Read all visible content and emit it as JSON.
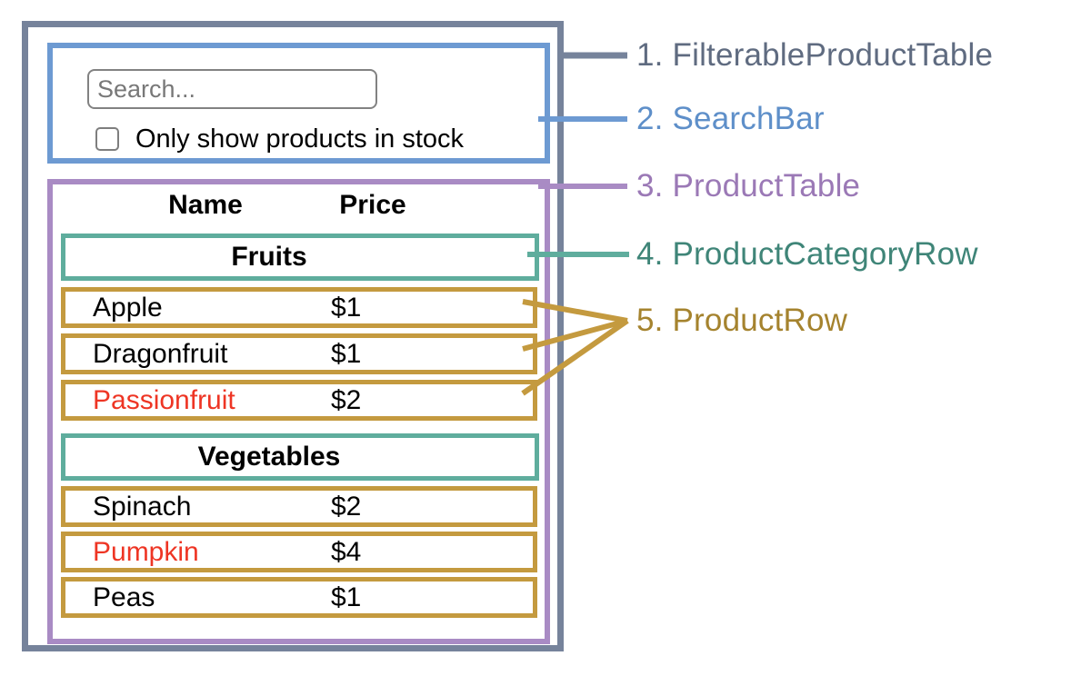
{
  "colors": {
    "filterable_product_table": "#76839b",
    "search_bar": "#6d9ad2",
    "product_table": "#a98bc4",
    "product_category_row": "#5fad9d",
    "product_row": "#c49a3f",
    "out_of_stock_text": "#ee3524"
  },
  "search_bar": {
    "placeholder": "Search...",
    "checkbox_label": "Only show products in stock",
    "checkbox_checked": false
  },
  "product_table": {
    "headers": {
      "name": "Name",
      "price": "Price"
    },
    "sections": [
      {
        "category": "Fruits",
        "rows": [
          {
            "name": "Apple",
            "price": "$1",
            "stocked": true
          },
          {
            "name": "Dragonfruit",
            "price": "$1",
            "stocked": true
          },
          {
            "name": "Passionfruit",
            "price": "$2",
            "stocked": false
          }
        ]
      },
      {
        "category": "Vegetables",
        "rows": [
          {
            "name": "Spinach",
            "price": "$2",
            "stocked": true
          },
          {
            "name": "Pumpkin",
            "price": "$4",
            "stocked": false
          },
          {
            "name": "Peas",
            "price": "$1",
            "stocked": true
          }
        ]
      }
    ]
  },
  "legend": [
    {
      "label": "1. FilterableProductTable",
      "color": "#5f6b80"
    },
    {
      "label": "2. SearchBar",
      "color": "#5e8fc9"
    },
    {
      "label": "3. ProductTable",
      "color": "#9b79b6"
    },
    {
      "label": "4. ProductCategoryRow",
      "color": "#3f8578"
    },
    {
      "label": "5. ProductRow",
      "color": "#a5832e"
    }
  ]
}
